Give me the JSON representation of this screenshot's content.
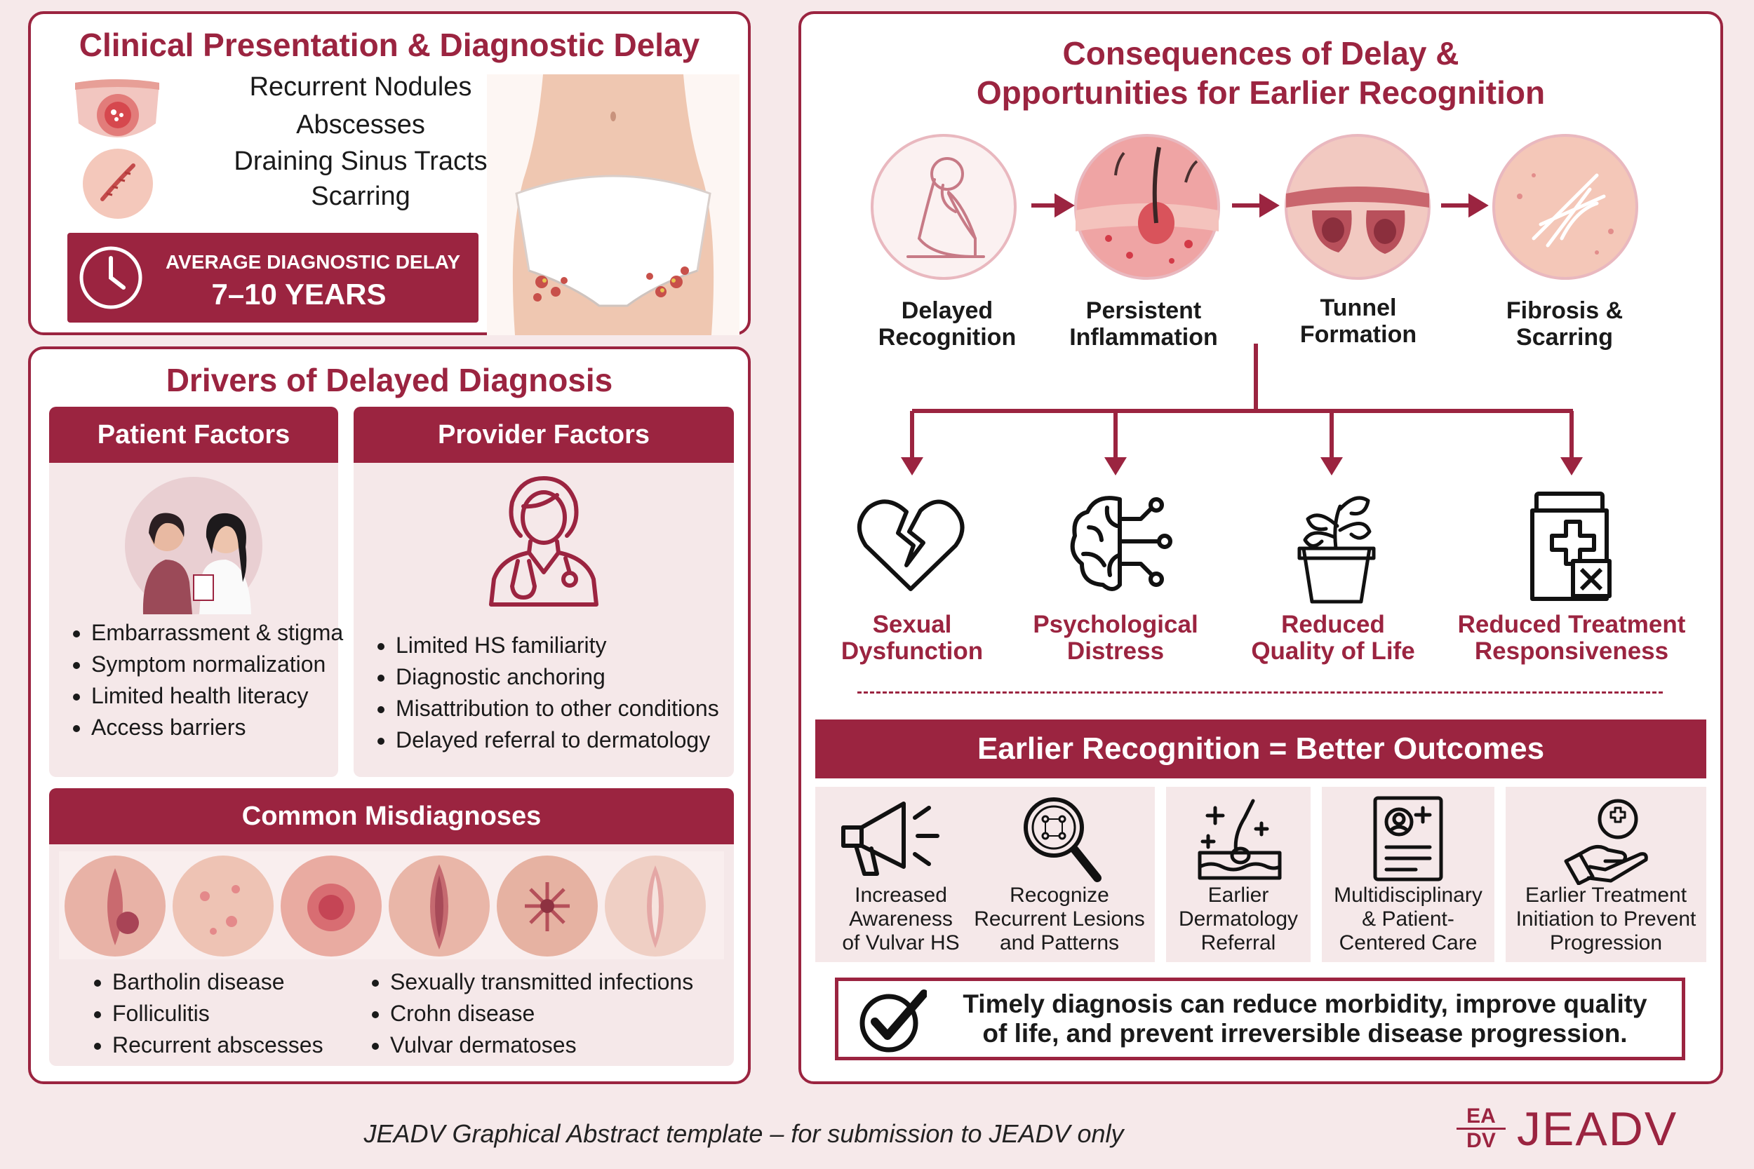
{
  "clinical": {
    "title": "Clinical Presentation & Diagnostic Delay",
    "symptoms": [
      "Recurrent Nodules",
      "Abscesses",
      "Draining Sinus Tracts",
      "Scarring"
    ],
    "delay_label": "AVERAGE DIAGNOSTIC DELAY",
    "delay_value": "7–10 YEARS"
  },
  "drivers": {
    "title": "Drivers of Delayed Diagnosis",
    "patient": {
      "title": "Patient Factors",
      "items": [
        "Embarrassment & stigma",
        "Symptom normalization",
        "Limited health literacy",
        "Access barriers"
      ]
    },
    "provider": {
      "title": "Provider Factors",
      "items": [
        "Limited HS familiarity",
        "Diagnostic anchoring",
        "Misattribution to other conditions",
        "Delayed referral to dermatology"
      ]
    },
    "misdiagnoses": {
      "title": "Common Misdiagnoses",
      "col1": [
        "Bartholin disease",
        "Folliculitis",
        "Recurrent abscesses"
      ],
      "col2": [
        "Sexually transmitted infections",
        "Crohn disease",
        "Vulvar dermatoses"
      ]
    }
  },
  "consequences": {
    "title_line1": "Consequences of Delay &",
    "title_line2": "Opportunities for Earlier Recognition",
    "stages": [
      {
        "l1": "Delayed",
        "l2": "Recognition"
      },
      {
        "l1": "Persistent",
        "l2": "Inflammation"
      },
      {
        "l1": "Tunnel",
        "l2": "Formation"
      },
      {
        "l1": "Fibrosis &",
        "l2": "Scarring"
      }
    ],
    "effects": [
      {
        "l1": "Sexual",
        "l2": "Dysfunction",
        "icon": "broken-heart-icon"
      },
      {
        "l1": "Psychological",
        "l2": "Distress",
        "icon": "brain-circuit-icon"
      },
      {
        "l1": "Reduced",
        "l2": "Quality of Life",
        "icon": "wilted-plant-icon"
      },
      {
        "l1": "Reduced Treatment",
        "l2": "Responsiveness",
        "icon": "medicine-jar-icon"
      }
    ]
  },
  "outcomes": {
    "banner": "Earlier Recognition = Better Outcomes",
    "items": [
      {
        "l1": "Increased",
        "l2": "Awareness",
        "l3": "of Vulvar HS",
        "icon": "megaphone-icon"
      },
      {
        "l1": "Recognize",
        "l2": "Recurrent Lesions",
        "l3": "and Patterns",
        "icon": "magnifier-icon"
      },
      {
        "l1": "Earlier",
        "l2": "Dermatology",
        "l3": "Referral",
        "icon": "skin-follicle-icon"
      },
      {
        "l1": "Multidisciplinary",
        "l2": "& Patient-",
        "l3": "Centered Care",
        "icon": "medical-record-icon"
      },
      {
        "l1": "Earlier Treatment",
        "l2": "Initiation to Prevent",
        "l3": "Progression",
        "icon": "hand-care-icon"
      }
    ],
    "conclusion_l1": "Timely diagnosis can reduce morbidity, improve quality",
    "conclusion_l2": "of life, and prevent irreversible disease progression."
  },
  "footer": {
    "note": "JEADV Graphical Abstract template – for submission to JEADV only",
    "logo_mark_top": "EA",
    "logo_mark_bottom": "DV",
    "logo_text": "JEADV"
  },
  "colors": {
    "accent": "#9b2440",
    "card": "#f5e8e9",
    "background": "#f6e9ea"
  }
}
